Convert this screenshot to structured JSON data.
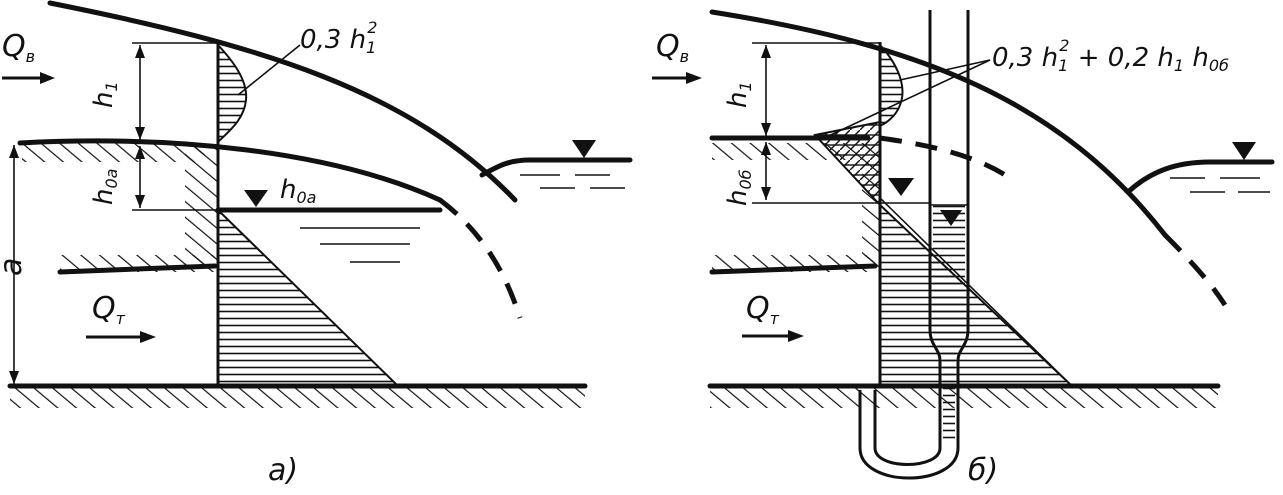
{
  "panel_a": {
    "flow_top": {
      "letter": "Q",
      "subscript": "в"
    },
    "flow_bottom": {
      "letter": "Q",
      "subscript": "т"
    },
    "h1": {
      "letter": "h",
      "subscript": "1"
    },
    "h0a": {
      "letter": "h",
      "subscript": "0a"
    },
    "a_label": "a",
    "water_level": {
      "letter": "h",
      "subscript": "0a"
    },
    "formula": {
      "part1": "0,3 h",
      "subscript": "1",
      "superscript": "2"
    },
    "caption": "а)"
  },
  "panel_b": {
    "flow_top": {
      "letter": "Q",
      "subscript": "в"
    },
    "flow_bottom": {
      "letter": "Q",
      "subscript": "т"
    },
    "h1": {
      "letter": "h",
      "subscript": "1"
    },
    "h0b": {
      "letter": "h",
      "subscript": "0б"
    },
    "formula": {
      "part1": "0,3 h",
      "sub1": "1",
      "sup1": "2",
      "part2": " + 0,2 h",
      "sub2": "1",
      "part3": " h",
      "sub3": "0б"
    },
    "caption": "б)"
  }
}
